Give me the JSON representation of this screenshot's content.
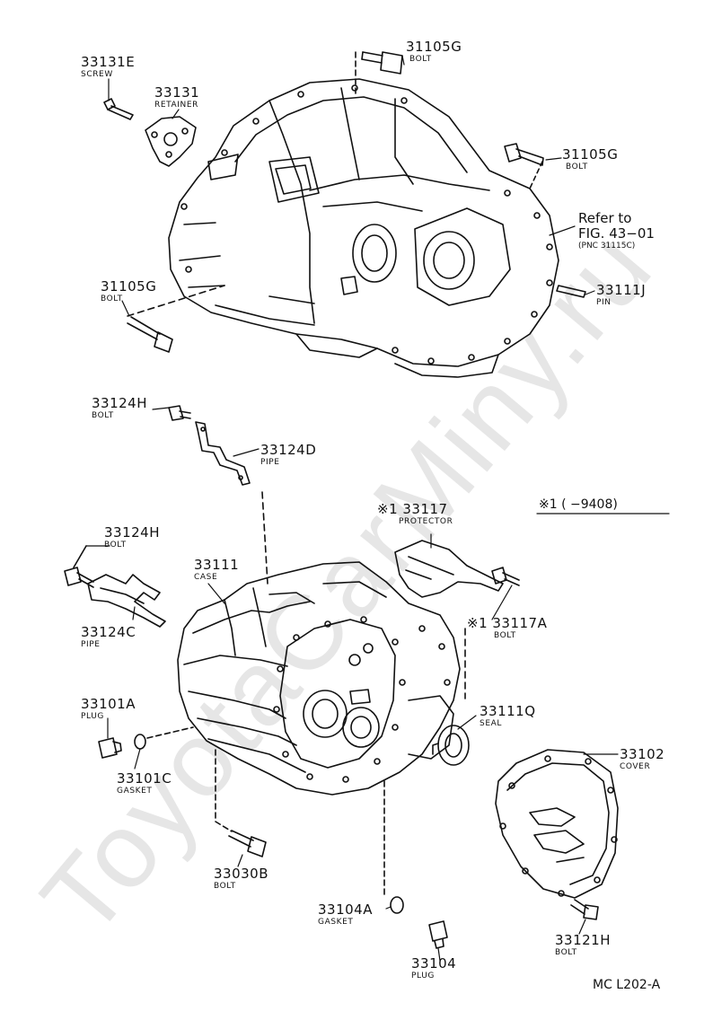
{
  "watermark": "ToyotaCarMiny.ru",
  "parts": [
    {
      "id": "p1",
      "number": "33131E",
      "name": "SCREW"
    },
    {
      "id": "p2",
      "number": "33131",
      "name": "RETAINER"
    },
    {
      "id": "p3",
      "number": "31105G",
      "name": "BOLT"
    },
    {
      "id": "p4",
      "number": "31105G",
      "name": "BOLT"
    },
    {
      "id": "p5",
      "number": "31105G",
      "name": "BOLT"
    },
    {
      "id": "p6",
      "number": "33111J",
      "name": "PIN"
    },
    {
      "id": "p7",
      "number": "33124H",
      "name": "BOLT"
    },
    {
      "id": "p8",
      "number": "33124D",
      "name": "PIPE"
    },
    {
      "id": "p9",
      "number": "33124H",
      "name": "BOLT"
    },
    {
      "id": "p10",
      "number": "33124C",
      "name": "PIPE"
    },
    {
      "id": "p11",
      "number": "33111",
      "name": "CASE"
    },
    {
      "id": "p12",
      "number": "※1 33117",
      "name": "PROTECTOR"
    },
    {
      "id": "p13",
      "number": "※1 33117A",
      "name": "BOLT"
    },
    {
      "id": "p14",
      "number": "33111Q",
      "name": "SEAL"
    },
    {
      "id": "p15",
      "number": "33101A",
      "name": "PLUG"
    },
    {
      "id": "p16",
      "number": "33101C",
      "name": "GASKET"
    },
    {
      "id": "p17",
      "number": "33102",
      "name": "COVER"
    },
    {
      "id": "p18",
      "number": "33030B",
      "name": "BOLT"
    },
    {
      "id": "p19",
      "number": "33104A",
      "name": "GASKET"
    },
    {
      "id": "p20",
      "number": "33121H",
      "name": "BOLT"
    },
    {
      "id": "p21",
      "number": "33104",
      "name": "PLUG"
    }
  ],
  "reference": {
    "line1": "Refer to",
    "line2": "FIG. 43−01",
    "line3": "(PNC 31115C)"
  },
  "note": "※1 (      −9408)",
  "figure_code": "MC L202-A"
}
